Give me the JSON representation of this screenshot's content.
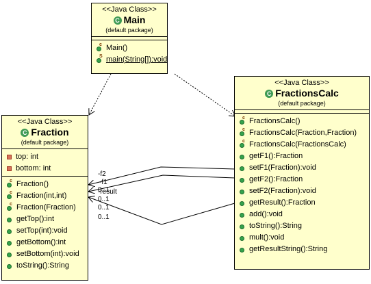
{
  "classes": {
    "main": {
      "stereotype": "<<Java Class>>",
      "name": "Main",
      "package": "(default package)",
      "fields": [],
      "methods": [
        {
          "text": "Main()",
          "sup": "c"
        },
        {
          "text": "main(String[]):void",
          "sup": "S"
        }
      ]
    },
    "fractions_calc": {
      "stereotype": "<<Java Class>>",
      "name": "FractionsCalc",
      "package": "(default package)",
      "methods": [
        {
          "text": "FractionsCalc()",
          "sup": "c"
        },
        {
          "text": "FractionsCalc(Fraction,Fraction)",
          "sup": "c"
        },
        {
          "text": "FractionsCalc(FractionsCalc)",
          "sup": "c"
        },
        {
          "text": "getF1():Fraction",
          "sup": ""
        },
        {
          "text": "setF1(Fraction):void",
          "sup": ""
        },
        {
          "text": "getF2():Fraction",
          "sup": ""
        },
        {
          "text": "setF2(Fraction):void",
          "sup": ""
        },
        {
          "text": "getResult():Fraction",
          "sup": ""
        },
        {
          "text": "add():void",
          "sup": ""
        },
        {
          "text": "toString():String",
          "sup": ""
        },
        {
          "text": "mult():void",
          "sup": ""
        },
        {
          "text": "getResultString():String",
          "sup": ""
        }
      ]
    },
    "fraction": {
      "stereotype": "<<Java Class>>",
      "name": "Fraction",
      "package": "(default package)",
      "fields": [
        {
          "text": "top: int"
        },
        {
          "text": "bottom: int"
        }
      ],
      "methods": [
        {
          "text": "Fraction()",
          "sup": "c"
        },
        {
          "text": "Fraction(int,int)",
          "sup": "c"
        },
        {
          "text": "Fraction(Fraction)",
          "sup": "c"
        },
        {
          "text": "getTop():int",
          "sup": ""
        },
        {
          "text": "setTop(int):void",
          "sup": ""
        },
        {
          "text": "getBottom():int",
          "sup": ""
        },
        {
          "text": "setBottom(int):void",
          "sup": ""
        },
        {
          "text": "toString():String",
          "sup": ""
        }
      ]
    }
  },
  "role_labels": [
    "-f2",
    "-f1",
    "0..1",
    "-result",
    "0..1",
    "0..1"
  ],
  "colors": {
    "class_fill": "#ffffcc",
    "class_icon": "#3f9a54",
    "method_icon": "#35a34c",
    "field_icon": "#d8735a"
  }
}
